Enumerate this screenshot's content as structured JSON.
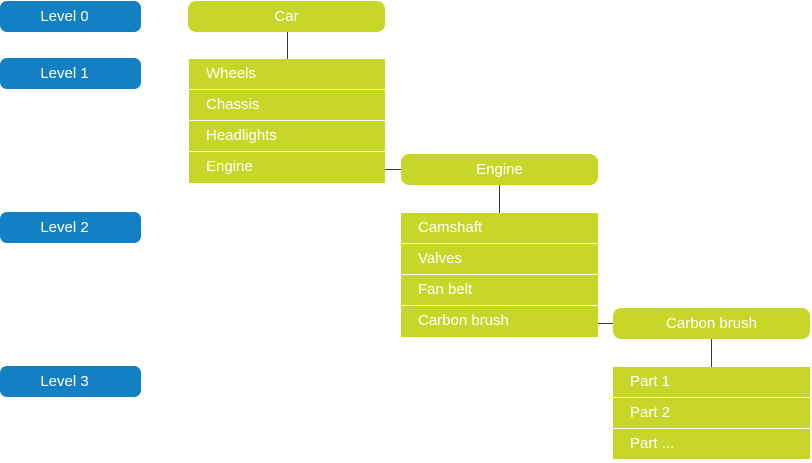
{
  "levels": [
    "Level 0",
    "Level 1",
    "Level 2",
    "Level 3"
  ],
  "nodes": {
    "car": {
      "title": "Car",
      "items": [
        "Wheels",
        "Chassis",
        "Headlights",
        "Engine"
      ]
    },
    "engine": {
      "title": "Engine",
      "items": [
        "Camshaft",
        "Valves",
        "Fan belt",
        "Carbon brush"
      ]
    },
    "carbon_brush": {
      "title": "Carbon brush",
      "items": [
        "Part 1",
        "Part 2",
        "Part ..."
      ]
    }
  },
  "colors": {
    "level_blue": "#1380c3",
    "node_green": "#c8d62a",
    "text": "#ffffff",
    "connector": "#3a3a3a"
  }
}
